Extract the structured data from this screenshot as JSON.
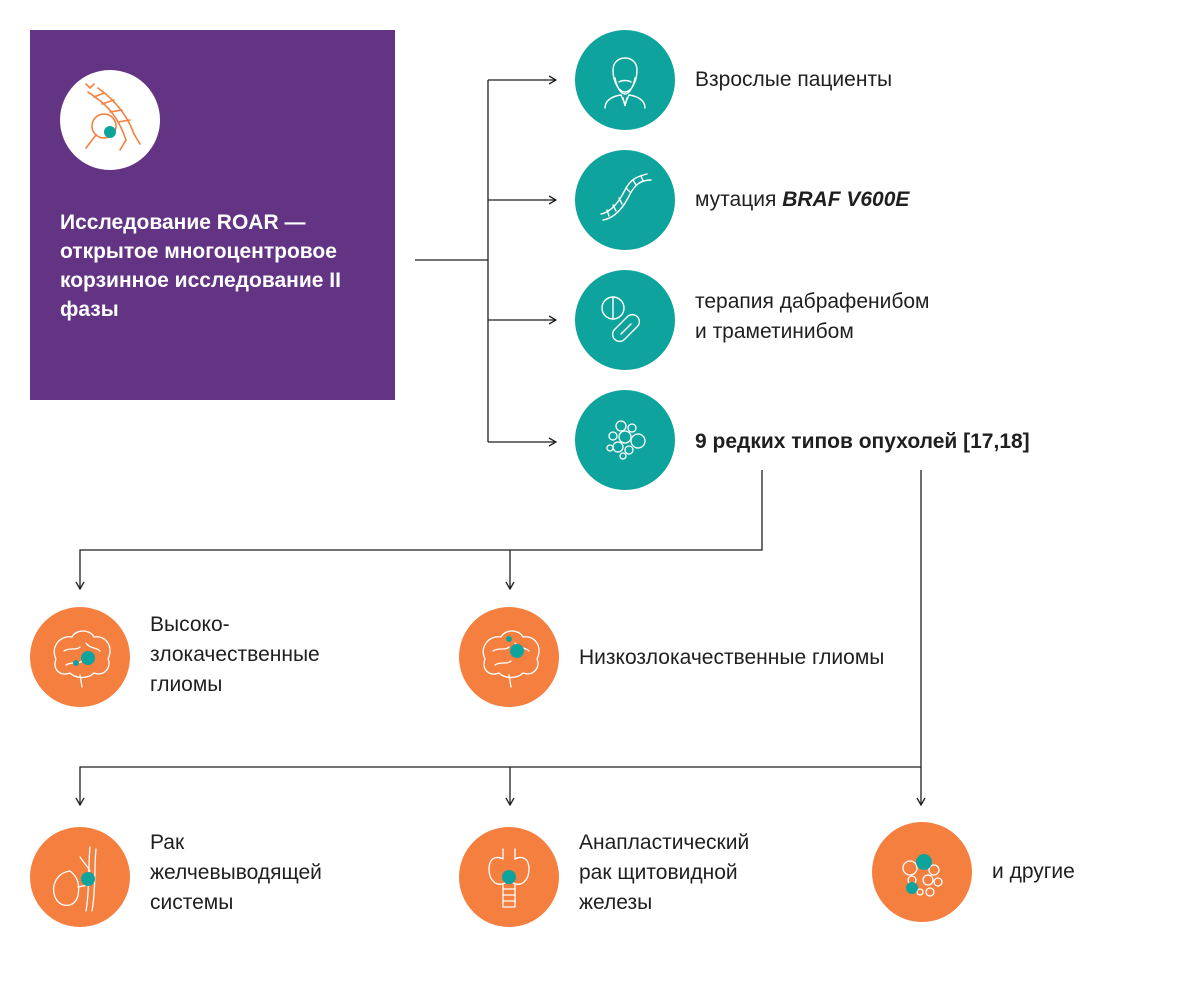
{
  "study": {
    "icon": "dna-magnifier-icon",
    "title": "Исследование ROAR — открытое многоцентровое корзинное исследование II фазы"
  },
  "criteria": [
    {
      "icon": "adult-patient-icon",
      "label": "Взрослые пациенты"
    },
    {
      "icon": "dna-helix-icon",
      "prefix": "мутация ",
      "emphasis": "BRAF V600E"
    },
    {
      "icon": "pills-icon",
      "label": "терапия дабрафенибом\nи траметинибом"
    },
    {
      "icon": "bubbles-icon",
      "label": "9 редких типов опухолей [17,18]"
    }
  ],
  "tumors": [
    {
      "icon": "brain-tumor-icon",
      "label": "Высоко-\nзлокачественные\nглиомы"
    },
    {
      "icon": "brain-tumor-icon",
      "label": "Низкозлокачественные глиомы"
    },
    {
      "icon": "biliary-system-icon",
      "label": "Рак\nжелчевыводящей\nсистемы"
    },
    {
      "icon": "thyroid-icon",
      "label": "Анапластический\nрак щитовидной\nжелезы"
    },
    {
      "icon": "bubbles-icon",
      "label": "и другие"
    }
  ],
  "colors": {
    "purple": "#633384",
    "teal": "#0fa39e",
    "orange": "#f47f3f",
    "line": "#1f1f1f"
  }
}
